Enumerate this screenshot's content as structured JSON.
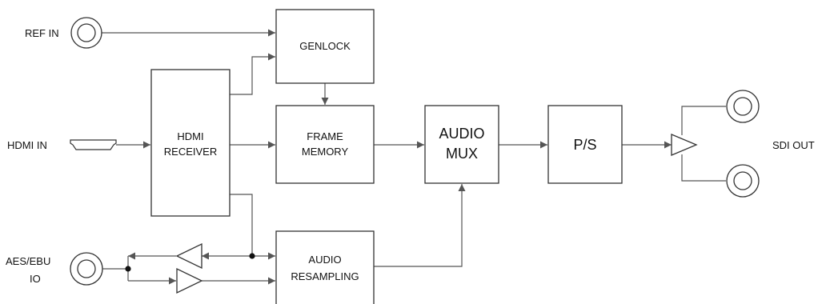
{
  "labels": {
    "ref_in": "REF IN",
    "hdmi_in": "HDMI IN",
    "aes_ebu_line1": "AES/EBU",
    "aes_ebu_line2": "IO",
    "sdi_out": "SDI OUT"
  },
  "blocks": {
    "genlock": [
      "GENLOCK"
    ],
    "hdmi_receiver": [
      "HDMI",
      "RECEIVER"
    ],
    "frame_memory": [
      "FRAME",
      "MEMORY"
    ],
    "audio_mux": [
      "AUDIO",
      "MUX"
    ],
    "ps": [
      "P/S"
    ],
    "audio_resampling": [
      "AUDIO",
      "RESAMPLING"
    ]
  },
  "colors": {
    "line": "#555555",
    "block_border": "#333333",
    "text": "#111111"
  }
}
